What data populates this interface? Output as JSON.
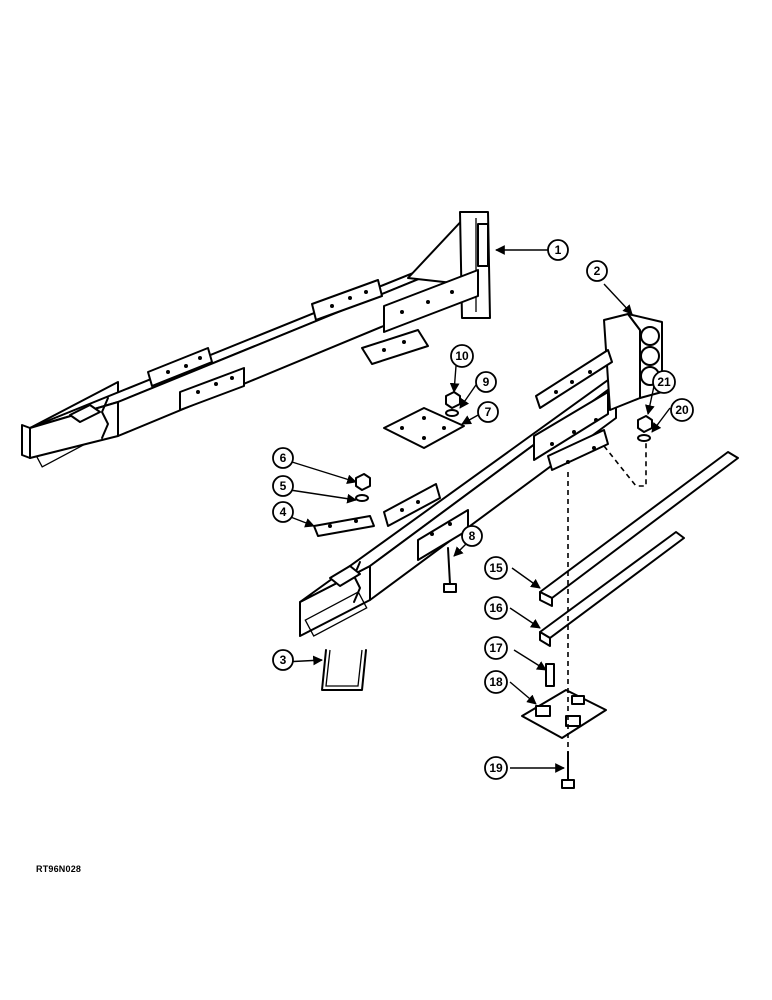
{
  "figure_id": "RT96N028",
  "callouts": [
    "1",
    "2",
    "3",
    "4",
    "5",
    "6",
    "7",
    "8",
    "9",
    "10",
    "15",
    "16",
    "17",
    "18",
    "19",
    "20",
    "21"
  ]
}
